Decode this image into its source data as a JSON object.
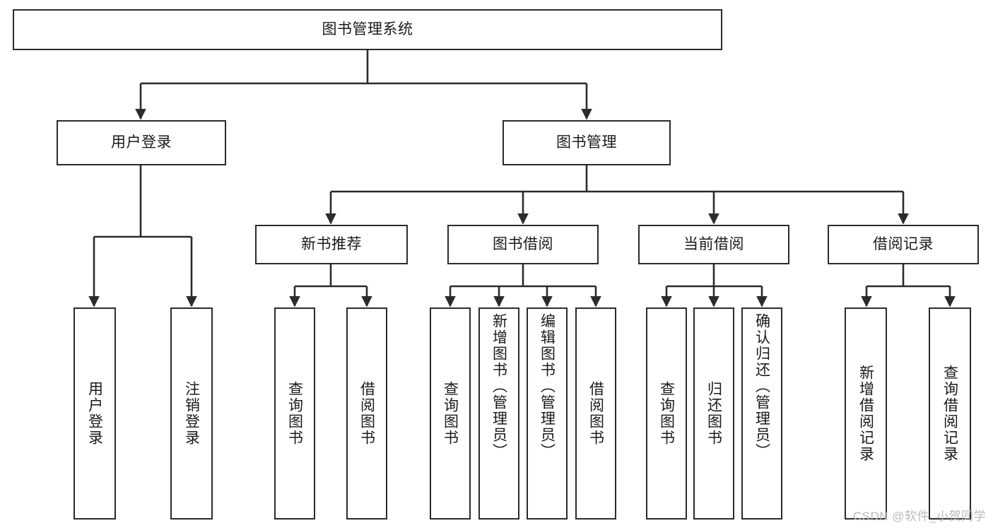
{
  "diagram": {
    "type": "tree",
    "title": "图书管理系统",
    "orientation": "top-down",
    "colors": {
      "background": "#ffffff",
      "box_border": "#2b2b2b",
      "box_fill": "#ffffff",
      "connector": "#2b2b2b",
      "watermark": "#b9b9b9"
    }
  },
  "nodes": {
    "root": {
      "label": "图书管理系统",
      "level": 0
    },
    "level1": [
      {
        "id": "user-login",
        "label": "用户登录"
      },
      {
        "id": "book-management",
        "label": "图书管理"
      }
    ],
    "level2": [
      {
        "id": "new-book-recommend",
        "label": "新书推荐",
        "parent": "book-management"
      },
      {
        "id": "book-borrow",
        "label": "图书借阅",
        "parent": "book-management"
      },
      {
        "id": "current-borrow",
        "label": "当前借阅",
        "parent": "book-management"
      },
      {
        "id": "borrow-record",
        "label": "借阅记录",
        "parent": "book-management"
      }
    ],
    "leaves": [
      {
        "id": "leaf-user-login",
        "label": "用户登录",
        "parent": "user-login"
      },
      {
        "id": "leaf-logout-login",
        "label": "注销登录",
        "parent": "user-login"
      },
      {
        "id": "leaf-query-book-1",
        "label": "查询图书",
        "parent": "new-book-recommend"
      },
      {
        "id": "leaf-borrow-book-1",
        "label": "借阅图书",
        "parent": "new-book-recommend"
      },
      {
        "id": "leaf-query-book-2",
        "label": "查询图书",
        "parent": "book-borrow"
      },
      {
        "id": "leaf-add-book",
        "label": "新增图书（管理员）",
        "parent": "book-borrow"
      },
      {
        "id": "leaf-edit-book",
        "label": "编辑图书（管理员）",
        "parent": "book-borrow"
      },
      {
        "id": "leaf-borrow-book-2",
        "label": "借阅图书",
        "parent": "book-borrow"
      },
      {
        "id": "leaf-query-book-3",
        "label": "查询图书",
        "parent": "current-borrow"
      },
      {
        "id": "leaf-return-book",
        "label": "归还图书",
        "parent": "current-borrow"
      },
      {
        "id": "leaf-confirm-return",
        "label": "确认归还（管理员）",
        "parent": "current-borrow"
      },
      {
        "id": "leaf-add-record",
        "label": "新增借阅记录",
        "parent": "borrow-record"
      },
      {
        "id": "leaf-query-record",
        "label": "查询借阅记录",
        "parent": "borrow-record"
      }
    ]
  },
  "watermark": {
    "text": "CSDN @软件_小贺同学"
  }
}
